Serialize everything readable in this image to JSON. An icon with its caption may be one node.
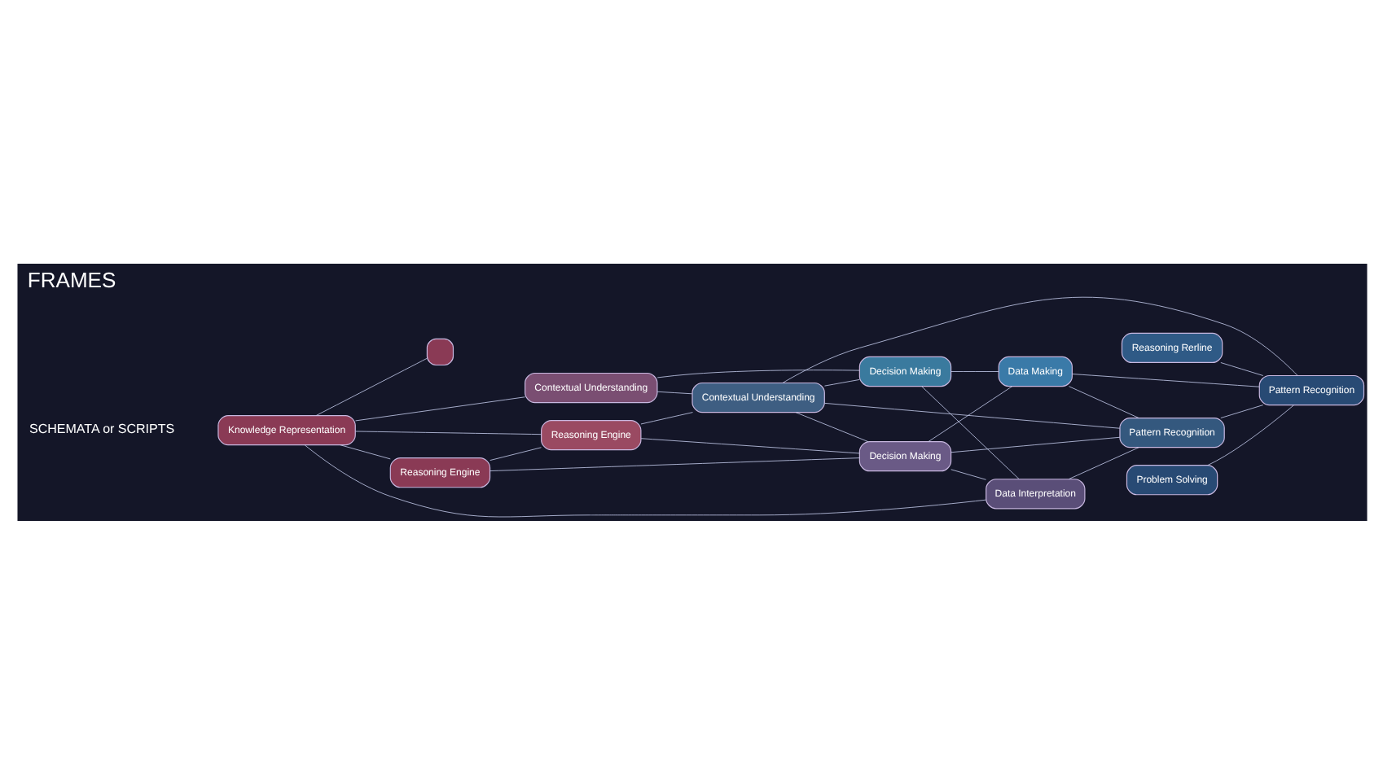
{
  "diagram": {
    "title": "FRAMES",
    "nodes": [
      {
        "text": [
          "Knowledge Representation"
        ]
      },
      {
        "text": [],
        "shape": "box"
      },
      {
        "text": [
          "Contextual Understanding"
        ]
      },
      {
        "text": [
          "Reasoning Engine"
        ]
      },
      {
        "text": [
          "Reasoning Engine"
        ]
      },
      {
        "text": [
          "Contextual Understanding"
        ]
      },
      {
        "text": [
          "Reasoning Rerline"
        ]
      },
      {
        "text": [
          "Decision Making"
        ]
      },
      {
        "text": [
          "Decision Making"
        ]
      },
      {
        "text": [
          "Data Making"
        ]
      },
      {
        "text": [
          "Data Interpretation"
        ]
      },
      {
        "text": [
          "Pattern Recognition"
        ]
      },
      {
        "text": [
          "Pattern Recognition"
        ]
      },
      {
        "text": [
          "Problem Solving"
        ]
      }
    ],
    "edges": [
      {
        "from": 0,
        "to": 1,
        "arrow": "none"
      },
      {
        "from": 0,
        "to": 2,
        "arrow": "none"
      },
      {
        "from": 0,
        "to": 3,
        "arrow": "none"
      },
      {
        "from": 0,
        "to": 4,
        "arrow": "none"
      },
      {
        "from": 0,
        "to": 10,
        "arrow": "none"
      },
      {
        "from": 2,
        "to": 5,
        "arrow": "none"
      },
      {
        "from": 2,
        "to": 8,
        "arrow": "none"
      },
      {
        "from": 3,
        "to": 5,
        "arrow": "none"
      },
      {
        "from": 3,
        "to": 7,
        "arrow": "none"
      },
      {
        "from": 4,
        "to": 3,
        "arrow": "none"
      },
      {
        "from": 4,
        "to": 7,
        "arrow": "none"
      },
      {
        "from": 5,
        "to": 7,
        "arrow": "none"
      },
      {
        "from": 5,
        "to": 8,
        "arrow": "none"
      },
      {
        "from": 5,
        "to": 11,
        "arrow": "none"
      },
      {
        "from": 5,
        "to": 12,
        "arrow": "none"
      },
      {
        "from": 7,
        "to": 10,
        "arrow": "none"
      },
      {
        "from": 7,
        "to": 9,
        "arrow": "none"
      },
      {
        "from": 7,
        "to": 11,
        "arrow": "none"
      },
      {
        "from": 8,
        "to": 9,
        "arrow": "none"
      },
      {
        "from": 8,
        "to": 10,
        "arrow": "none"
      },
      {
        "from": 10,
        "to": 11,
        "arrow": "none"
      },
      {
        "from": 9,
        "to": 11,
        "arrow": "none"
      },
      {
        "from": 9,
        "to": 12,
        "arrow": "none"
      },
      {
        "from": 6,
        "to": 12,
        "arrow": "none"
      },
      {
        "from": 11,
        "to": 12,
        "arrow": "none"
      },
      {
        "from": 13,
        "to": 12,
        "arrow": "none"
      }
    ],
    "labels": [
      "SCHEMATA or SCRIPTS"
    ]
  }
}
